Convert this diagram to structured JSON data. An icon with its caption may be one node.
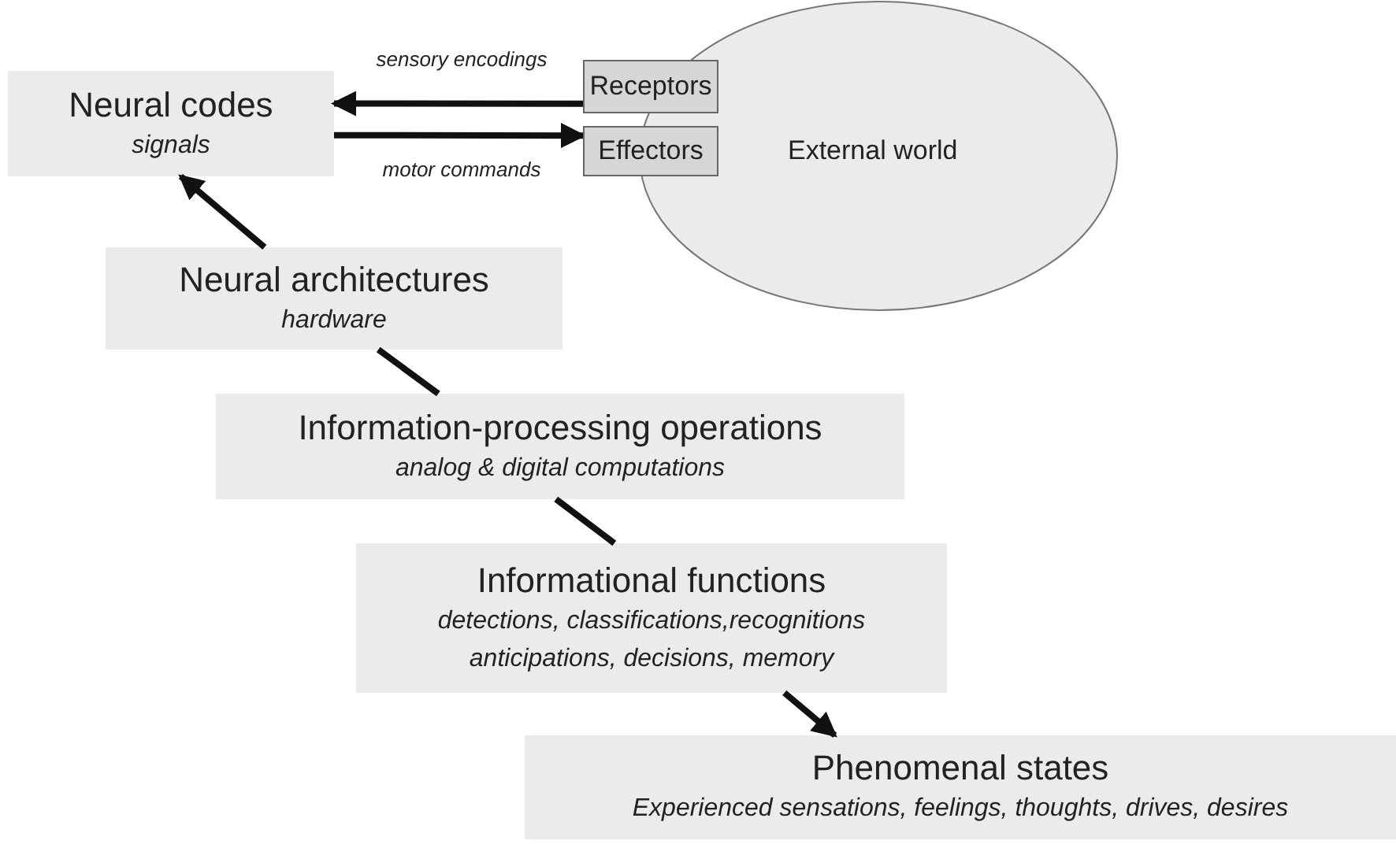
{
  "diagram": {
    "nodes": [
      {
        "text": [
          "Neural codes",
          "signals"
        ]
      },
      {
        "text": [
          "Receptors"
        ]
      },
      {
        "text": [
          "Effectors"
        ]
      },
      {
        "text": [
          "External world"
        ]
      },
      {
        "text": [
          "Neural architectures",
          "hardware"
        ]
      },
      {
        "text": [
          "Information-processing operations",
          "analog & digital computations"
        ]
      },
      {
        "text": [
          "Informational functions",
          "detections, classifications,recognitions",
          "anticipations, decisions, memory"
        ]
      },
      {
        "text": [
          "Phenomenal states",
          "Experienced sensations, feelings, thoughts, drives, desires"
        ]
      }
    ],
    "edges": [
      {
        "from": 1,
        "to": 0,
        "arrow": "to",
        "label": "sensory encodings"
      },
      {
        "from": 0,
        "to": 2,
        "arrow": "to",
        "label": "motor commands"
      },
      {
        "from": 4,
        "to": 0,
        "arrow": "to"
      },
      {
        "from": 4,
        "to": 5,
        "arrow": "none"
      },
      {
        "from": 5,
        "to": 6,
        "arrow": "none"
      },
      {
        "from": 6,
        "to": 7,
        "arrow": "to"
      }
    ]
  }
}
